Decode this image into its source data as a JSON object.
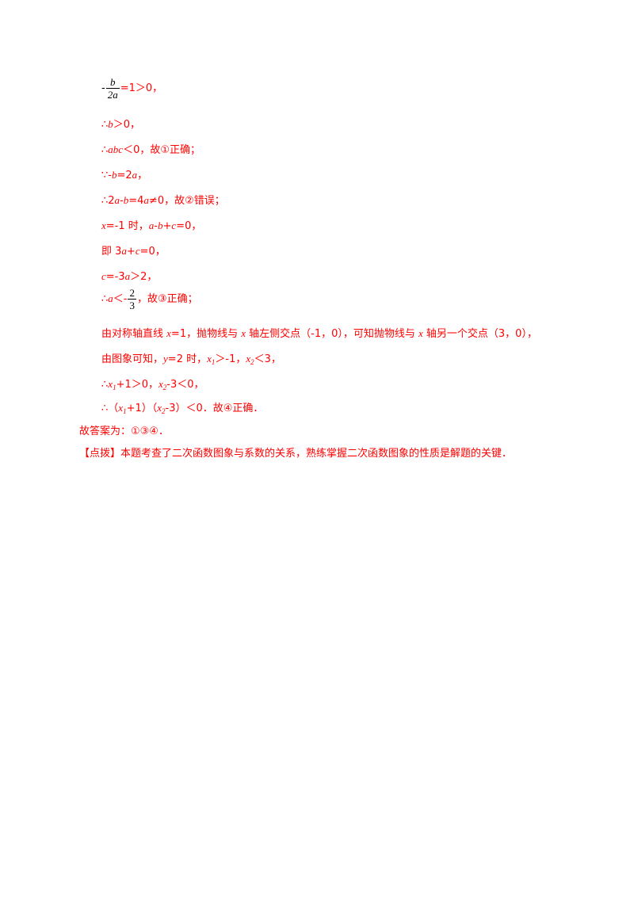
{
  "lines": {
    "l1": {
      "minus": "-",
      "frac_num": "b",
      "frac_den": "2a",
      "rest": "=1＞0，"
    },
    "l2": {
      "therefore": "∴",
      "var": "b",
      "rest": "＞0，"
    },
    "l3": {
      "therefore": "∴",
      "var": "abc",
      "rest": "＜0，故①正确；"
    },
    "l4": {
      "because": "∵-",
      "var1": "b",
      "eq": "=2",
      "var2": "a",
      "rest": "，"
    },
    "l5": {
      "p1": "∴2",
      "a": "a",
      "p2": "-",
      "b": "b",
      "p3": "=4",
      "a2": "a",
      "p4": "≠0，故②错误；"
    },
    "l6": {
      "x": "x",
      "p1": "=-1 时，",
      "a": "a",
      "p2": "-",
      "b": "b",
      "p3": "+",
      "c": "c",
      "p4": "=0，"
    },
    "l7": {
      "p1": "即 3",
      "a": "a",
      "p2": "+",
      "c": "c",
      "p3": "=0，"
    },
    "l8": {
      "c": "c",
      "p1": "=-3",
      "a": "a",
      "p2": "＞2，"
    },
    "l9": {
      "therefore": "∴",
      "a": "a",
      "p1": "＜-",
      "frac_num": "2",
      "frac_den": "3",
      "p2": "，故③正确；"
    },
    "l10": {
      "p1": "由对称轴直线 ",
      "x": "x",
      "p2": "=1，抛物线与 ",
      "x2": "x",
      "p3": " 轴左侧交点（-1，0），可知抛物线与 ",
      "x3": "x",
      "p4": " 轴另一个交点（3，0），"
    },
    "l11": {
      "p1": "由图象可知，",
      "y": "y",
      "p2": "=2 时，",
      "x1": "x",
      "s1": "1",
      "p3": "＞-1，",
      "x2": "x",
      "s2": "2",
      "p4": "＜3，"
    },
    "l12": {
      "therefore": "∴",
      "x1": "x",
      "s1": "1",
      "p1": "+1＞0，",
      "x2": "x",
      "s2": "2",
      "p2": "-3＜0，"
    },
    "l13": {
      "p1": "∴（",
      "x1": "x",
      "s1": "1",
      "p2": "+1）（",
      "x2": "x",
      "s2": "2",
      "p3": "-3）＜0．故④正确．"
    },
    "l14": {
      "text": "故答案为：①③④．"
    },
    "l15": {
      "text": "【点拨】本题考查了二次函数图象与系数的关系，熟练掌握二次函数图象的性质是解题的关键．"
    }
  }
}
